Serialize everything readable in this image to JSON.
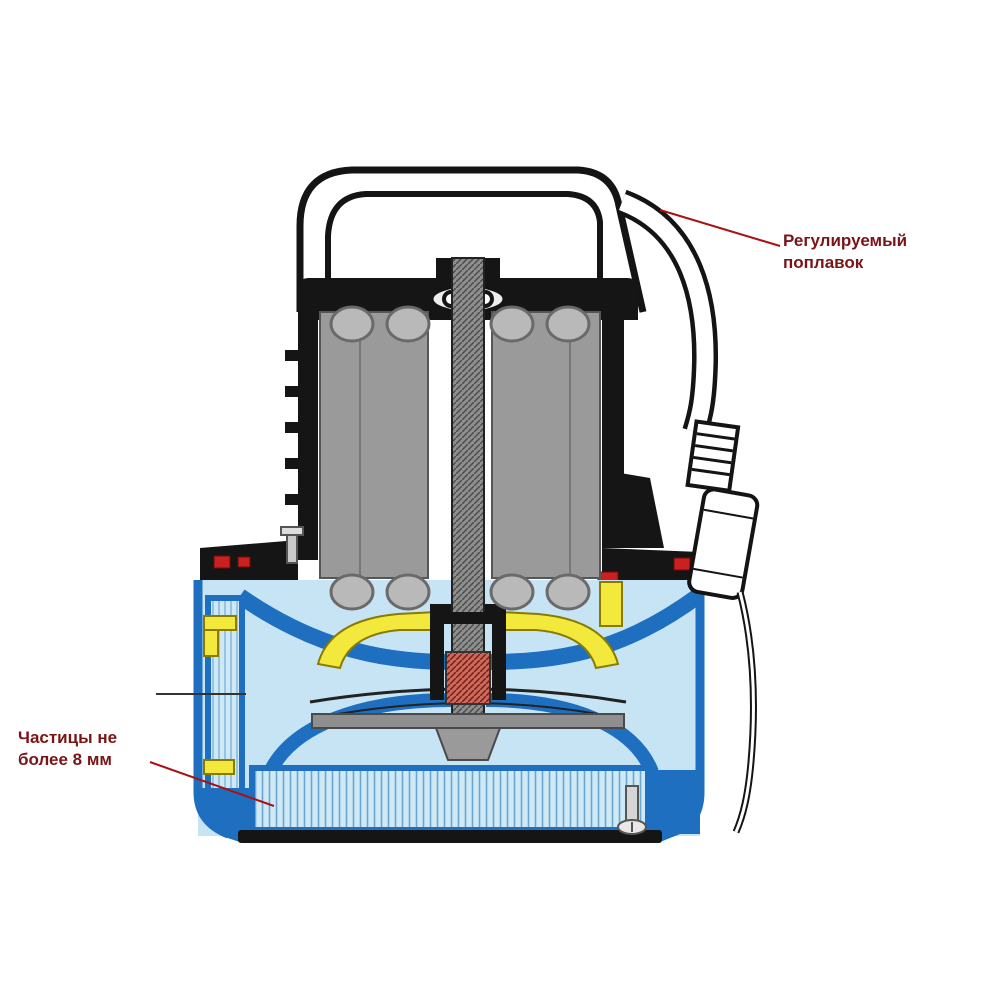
{
  "diagram": {
    "type": "pump-cross-section",
    "annotations": {
      "float": {
        "line1": "Регулируемый",
        "line2": "поплавок"
      },
      "particles": {
        "line1": "Частицы не",
        "line2": "более 8 мм"
      }
    },
    "colors": {
      "annotation_text": "#7a1416",
      "leader_line": "#aa1111",
      "casing_blue": "#1e6fc0",
      "interior_blue": "#c6e4f4",
      "stator_gray": "#9a9a9a",
      "seal_yellow": "#f2e93c",
      "accent_red": "#cc1f1f",
      "black": "#151515"
    }
  }
}
